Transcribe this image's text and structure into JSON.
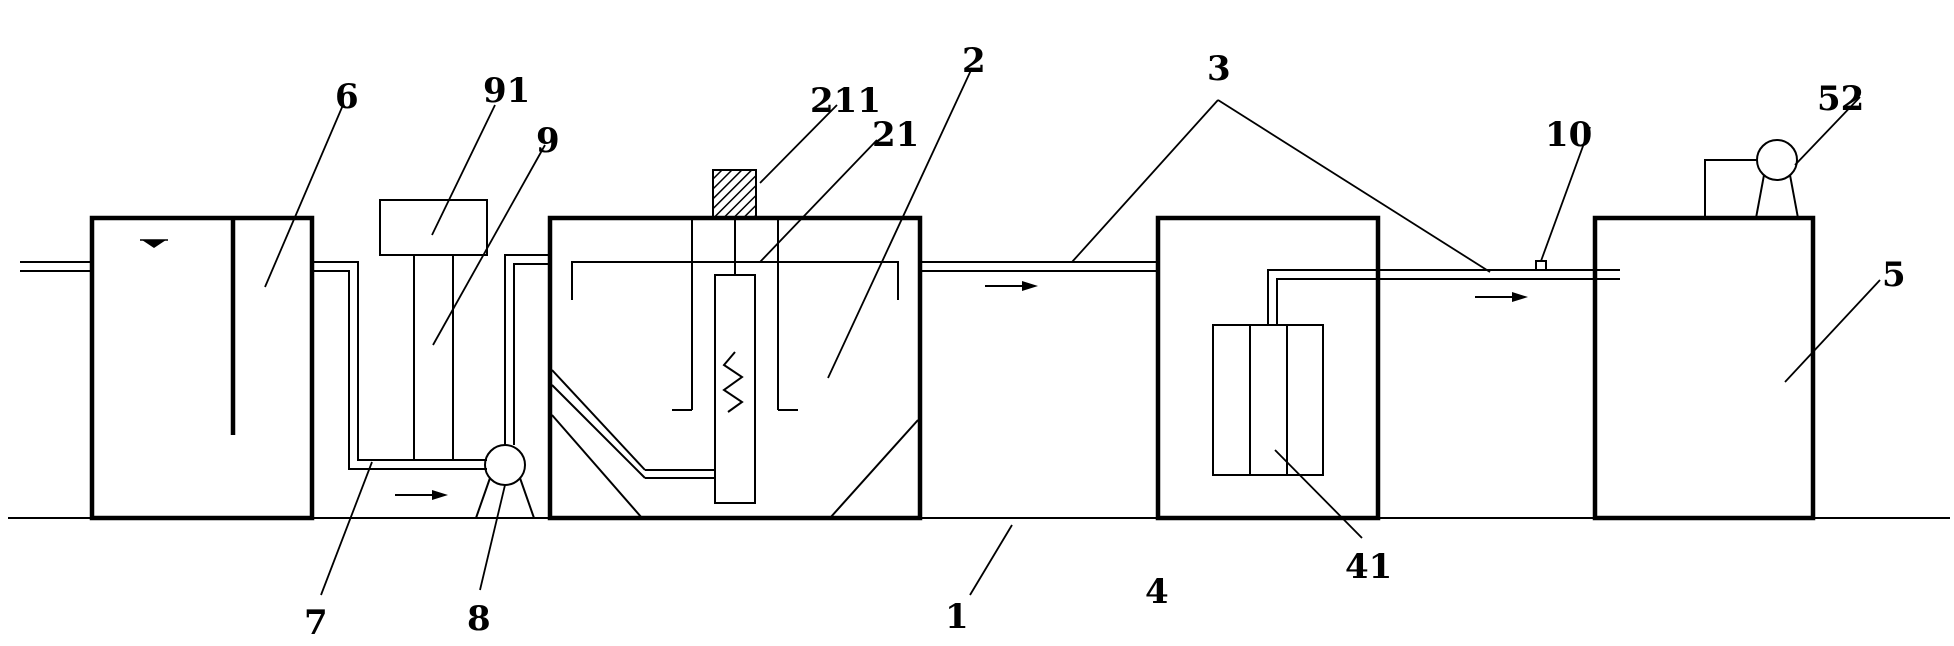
{
  "labels": {
    "l1": "1",
    "l2": "2",
    "l3": "3",
    "l4": "4",
    "l5": "5",
    "l6": "6",
    "l7": "7",
    "l8": "8",
    "l9": "9",
    "l10": "10",
    "l21": "21",
    "l41": "41",
    "l52": "52",
    "l91": "91",
    "l211": "211"
  },
  "colors": {
    "line": "#000000",
    "background": "#ffffff"
  }
}
